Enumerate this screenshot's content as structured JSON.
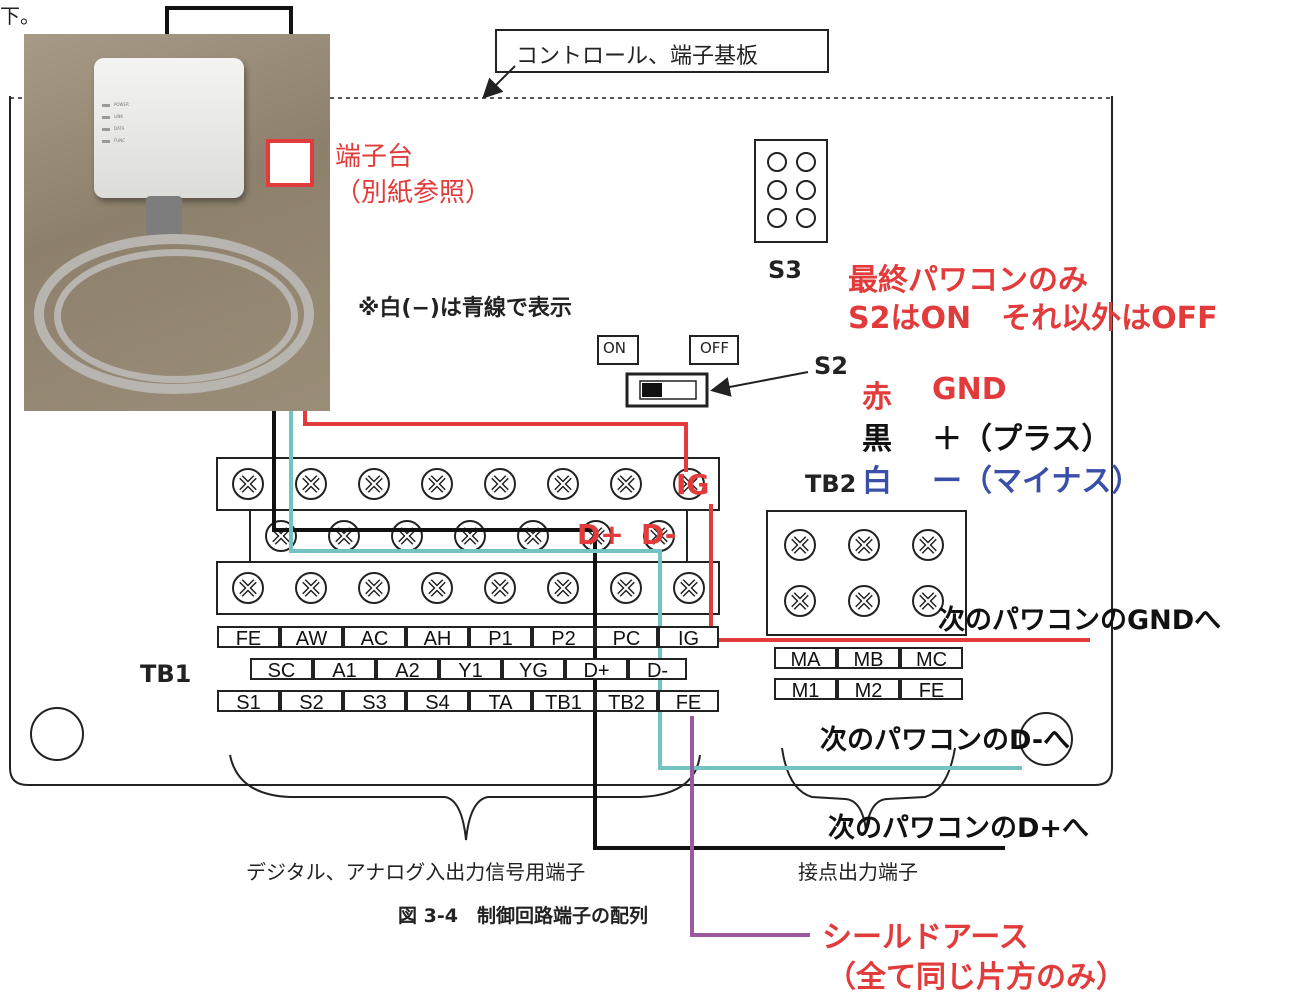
{
  "top_fragment": "下。",
  "board_label": "コントロール、端子基板",
  "terminal_stand": {
    "title": "端子台",
    "subtitle": "（別紙参照）"
  },
  "photo_device_leds": [
    "POWER",
    "LINK",
    "DATA",
    "FUNC"
  ],
  "switch_s3_label": "S3",
  "last_pcs_note": {
    "line1": "最終パワコンのみ",
    "line2": "S2はON　それ以外はOFF"
  },
  "white_wire_note": "※白(−)は青線で表示",
  "switch_s2": {
    "on_label": "ON",
    "off_label": "OFF",
    "name": "S2"
  },
  "wire_legend": [
    {
      "color_name": "赤",
      "meaning": "GND",
      "color": "#e23b3b"
    },
    {
      "color_name": "黒",
      "meaning": "＋（プラス）",
      "color": "#111111"
    },
    {
      "color_name": "白",
      "meaning": "ー（マイナス）",
      "color": "#3a4fa8"
    }
  ],
  "tb2_label": "TB2",
  "tb1_label": "TB1",
  "tb1_row1_labels": [
    "FE",
    "AW",
    "AC",
    "AH",
    "P1",
    "P2",
    "PC",
    "IG"
  ],
  "tb1_row2_labels": [
    "SC",
    "A1",
    "A2",
    "Y1",
    "YG",
    "D+",
    "D-"
  ],
  "tb1_row3_labels": [
    "S1",
    "S2",
    "S3",
    "S4",
    "TA",
    "TB1",
    "TB2",
    "FE"
  ],
  "tb2_row1_labels": [
    "MA",
    "MB",
    "MC"
  ],
  "tb2_row2_labels": [
    "M1",
    "M2",
    "FE"
  ],
  "wire_markers": {
    "ig": "IG",
    "dplus": "D+",
    "dminus": "D-"
  },
  "next_pcs": {
    "gnd": "次のパワコンのGNDへ",
    "dminus": "次のパワコンのD-へ",
    "dplus": "次のパワコンのD+へ"
  },
  "io_terminal_label": "デジタル、アナログ入出力信号用端子",
  "contact_output_label": "接点出力端子",
  "figure_caption": "図 3-4　制御回路端子の配列",
  "shield_note": {
    "line1": "シールドアース",
    "line2": "（全て同じ片方のみ）"
  },
  "colors": {
    "red_wire": "#e23b3b",
    "black_wire": "#111111",
    "teal_wire": "#74c3c3",
    "purple_wire": "#9b5aa0",
    "blue_text": "#3a4fa8"
  }
}
